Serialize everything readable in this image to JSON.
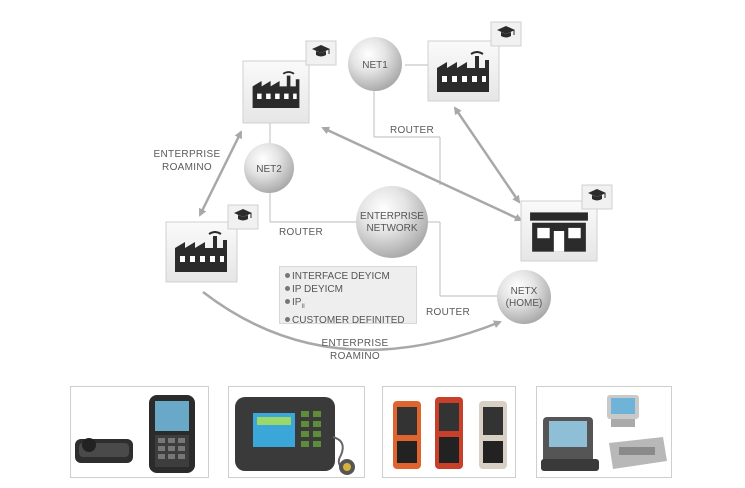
{
  "nodes": {
    "net1": "NET1",
    "net2": "NET2",
    "enterprise_network_line1": "ENTERPRISE",
    "enterprise_network_line2": "NETWORK",
    "netx_line1": "NETX",
    "netx_line2": "(HOME)"
  },
  "labels": {
    "router_top": "ROUTER",
    "router_left": "ROUTER",
    "router_bottom": "ROUTER",
    "roaming_left_line1": "ENTERPRISE",
    "roaming_left_line2": "ROAMINO",
    "roaming_bottom_line1": "ENTERPRISE",
    "roaming_bottom_line2": "ROAMINO"
  },
  "features": {
    "item1": "INTERFACE DEYICM",
    "item2": "IP DEYICM",
    "item3": "IP",
    "item3_sub": "II",
    "item4": "CUSTOMER DEFINITED"
  },
  "icons": [
    "factory-icon",
    "factory-icon",
    "factory-icon",
    "store-icon",
    "graduation-cap-icon"
  ],
  "colors": {
    "line": "#c8c8c8",
    "arrow": "#a8a8a8",
    "icon": "#2b2b2b",
    "sphere": "#d6d6d6"
  }
}
